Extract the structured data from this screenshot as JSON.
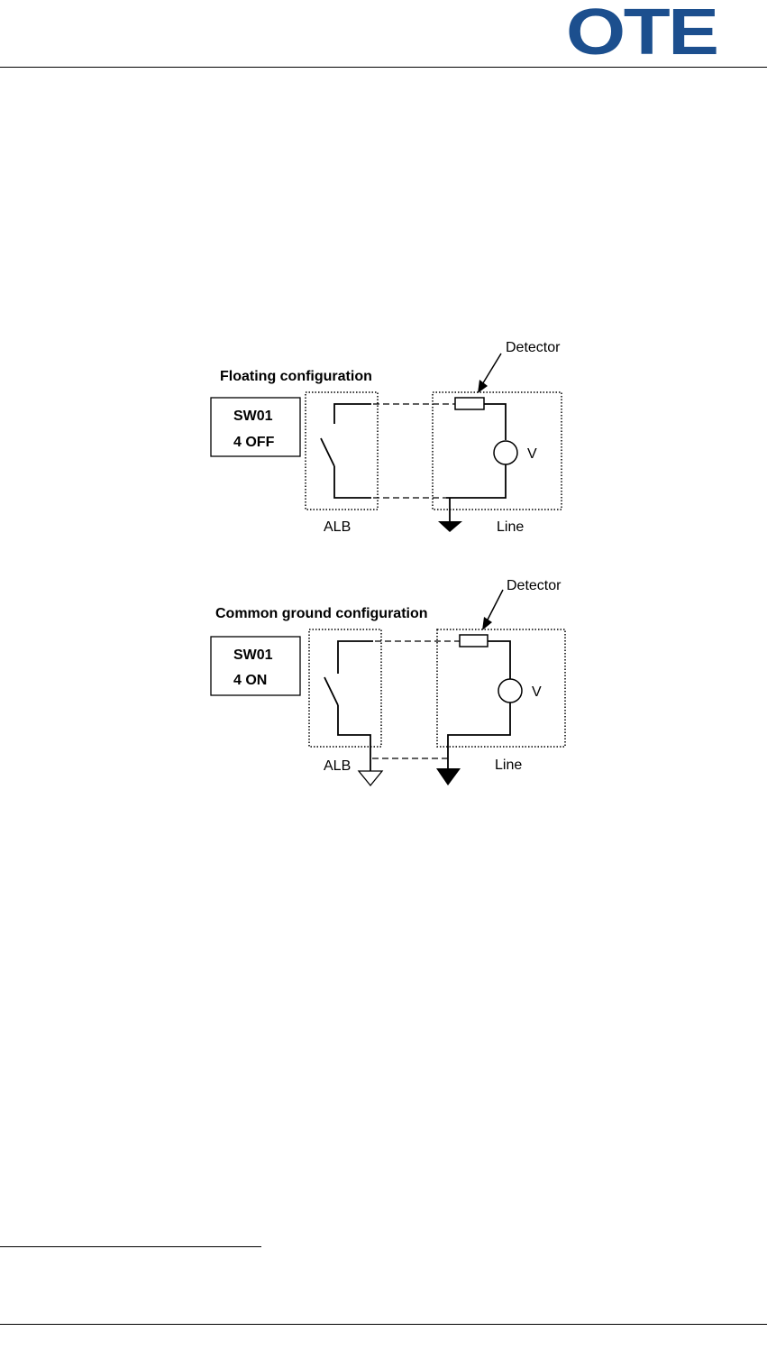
{
  "header": {
    "logo_text": "OTE",
    "logo_color": "#1c4f8e"
  },
  "diagrams": {
    "floating": {
      "title": "Floating configuration",
      "switch_line1": "SW01",
      "switch_line2": "4 OFF",
      "detector_label": "Detector",
      "voltage_label": "V",
      "alb_label": "ALB",
      "line_label": "Line"
    },
    "common": {
      "title": "Common ground configuration",
      "switch_line1": "SW01",
      "switch_line2": "4 ON",
      "detector_label": "Detector",
      "voltage_label": "V",
      "alb_label": "ALB",
      "line_label": "Line"
    }
  }
}
